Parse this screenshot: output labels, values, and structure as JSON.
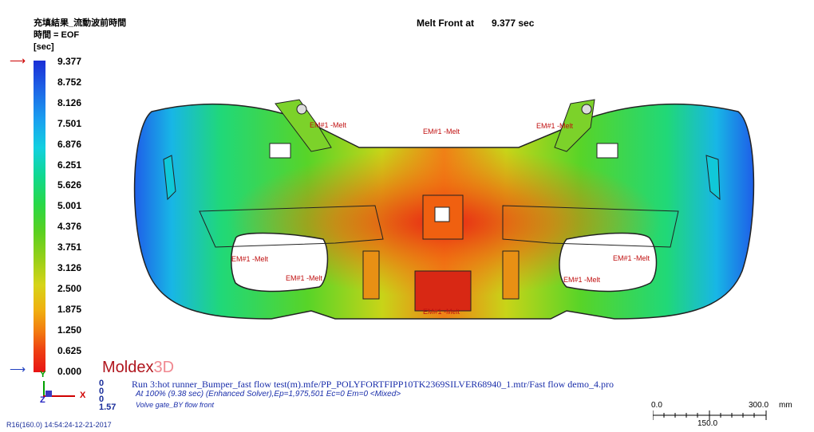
{
  "result": {
    "title": "充填結果_流動波前時間",
    "time_label": "時間 = EOF",
    "unit": "[sec]",
    "melt_front_label": "Melt Front at",
    "melt_front_value": "9.377 sec"
  },
  "legend": {
    "values": [
      "9.377",
      "8.752",
      "8.126",
      "7.501",
      "6.876",
      "6.251",
      "5.626",
      "5.001",
      "4.376",
      "3.751",
      "3.126",
      "2.500",
      "1.875",
      "1.250",
      "0.625",
      "0.000"
    ],
    "top_color": "#1a2ed6",
    "bottom_color": "#e81414"
  },
  "axes": {
    "y": "Y",
    "z": "Z",
    "x": "X"
  },
  "numbers": [
    "0",
    "0",
    "0",
    "1.57"
  ],
  "brand": {
    "name": "Moldex",
    "suffix": "3D"
  },
  "run_info": {
    "line1": "Run 3:hot runner_Bumper_fast flow test(m).mfe/PP_POLYFORTFIPP10TK2369SILVER68940_1.mtr/Fast flow demo_4.pro",
    "line2": "At 100% (9.38 sec) (Enhanced Solver),Ep=1,975,501 Ec=0 Em=0 <Mixed>",
    "line3": "Volve gate_BY flow front"
  },
  "footer": "R16(160.0) 14:54:24-12-21-2017",
  "scale": {
    "start": "0.0",
    "end": "300.0",
    "unit": "mm",
    "mid": "150.0"
  },
  "gates": [
    "EM#1 -Melt",
    "EM#1 -Melt",
    "EM#1 -Melt",
    "EM#1 -Melt",
    "EM#1 -Melt",
    "EM#1 -Melt",
    "EM#1 -Melt",
    "EM#1 -Melt"
  ]
}
